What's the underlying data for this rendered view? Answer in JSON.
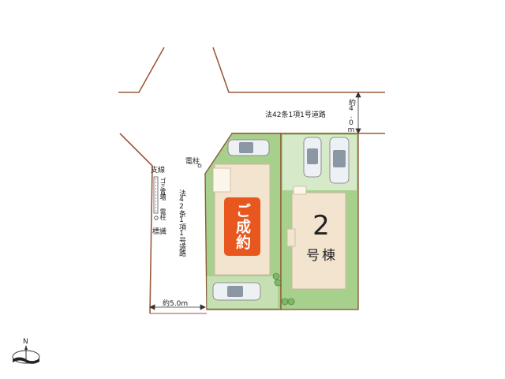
{
  "labels": {
    "road_north": "法42条1項1号道路",
    "road_north_width": "約4.0m",
    "road_west": "法42条1項1号道路",
    "road_west_width": "約5.0m",
    "utility_pole_top": "電柱",
    "support_wire": "支線",
    "garbage_station": "ゴミ置場",
    "utility_pole_side": "電柱",
    "sign": "標識",
    "sold": "ご成約",
    "lot_number": "2",
    "lot_suffix": "号棟",
    "compass": "N"
  },
  "colors": {
    "lot_green": "#a8d08d",
    "building_beige": "#f2e4cf",
    "sold_badge": "#e8571e",
    "road_line": "#a0522d"
  }
}
